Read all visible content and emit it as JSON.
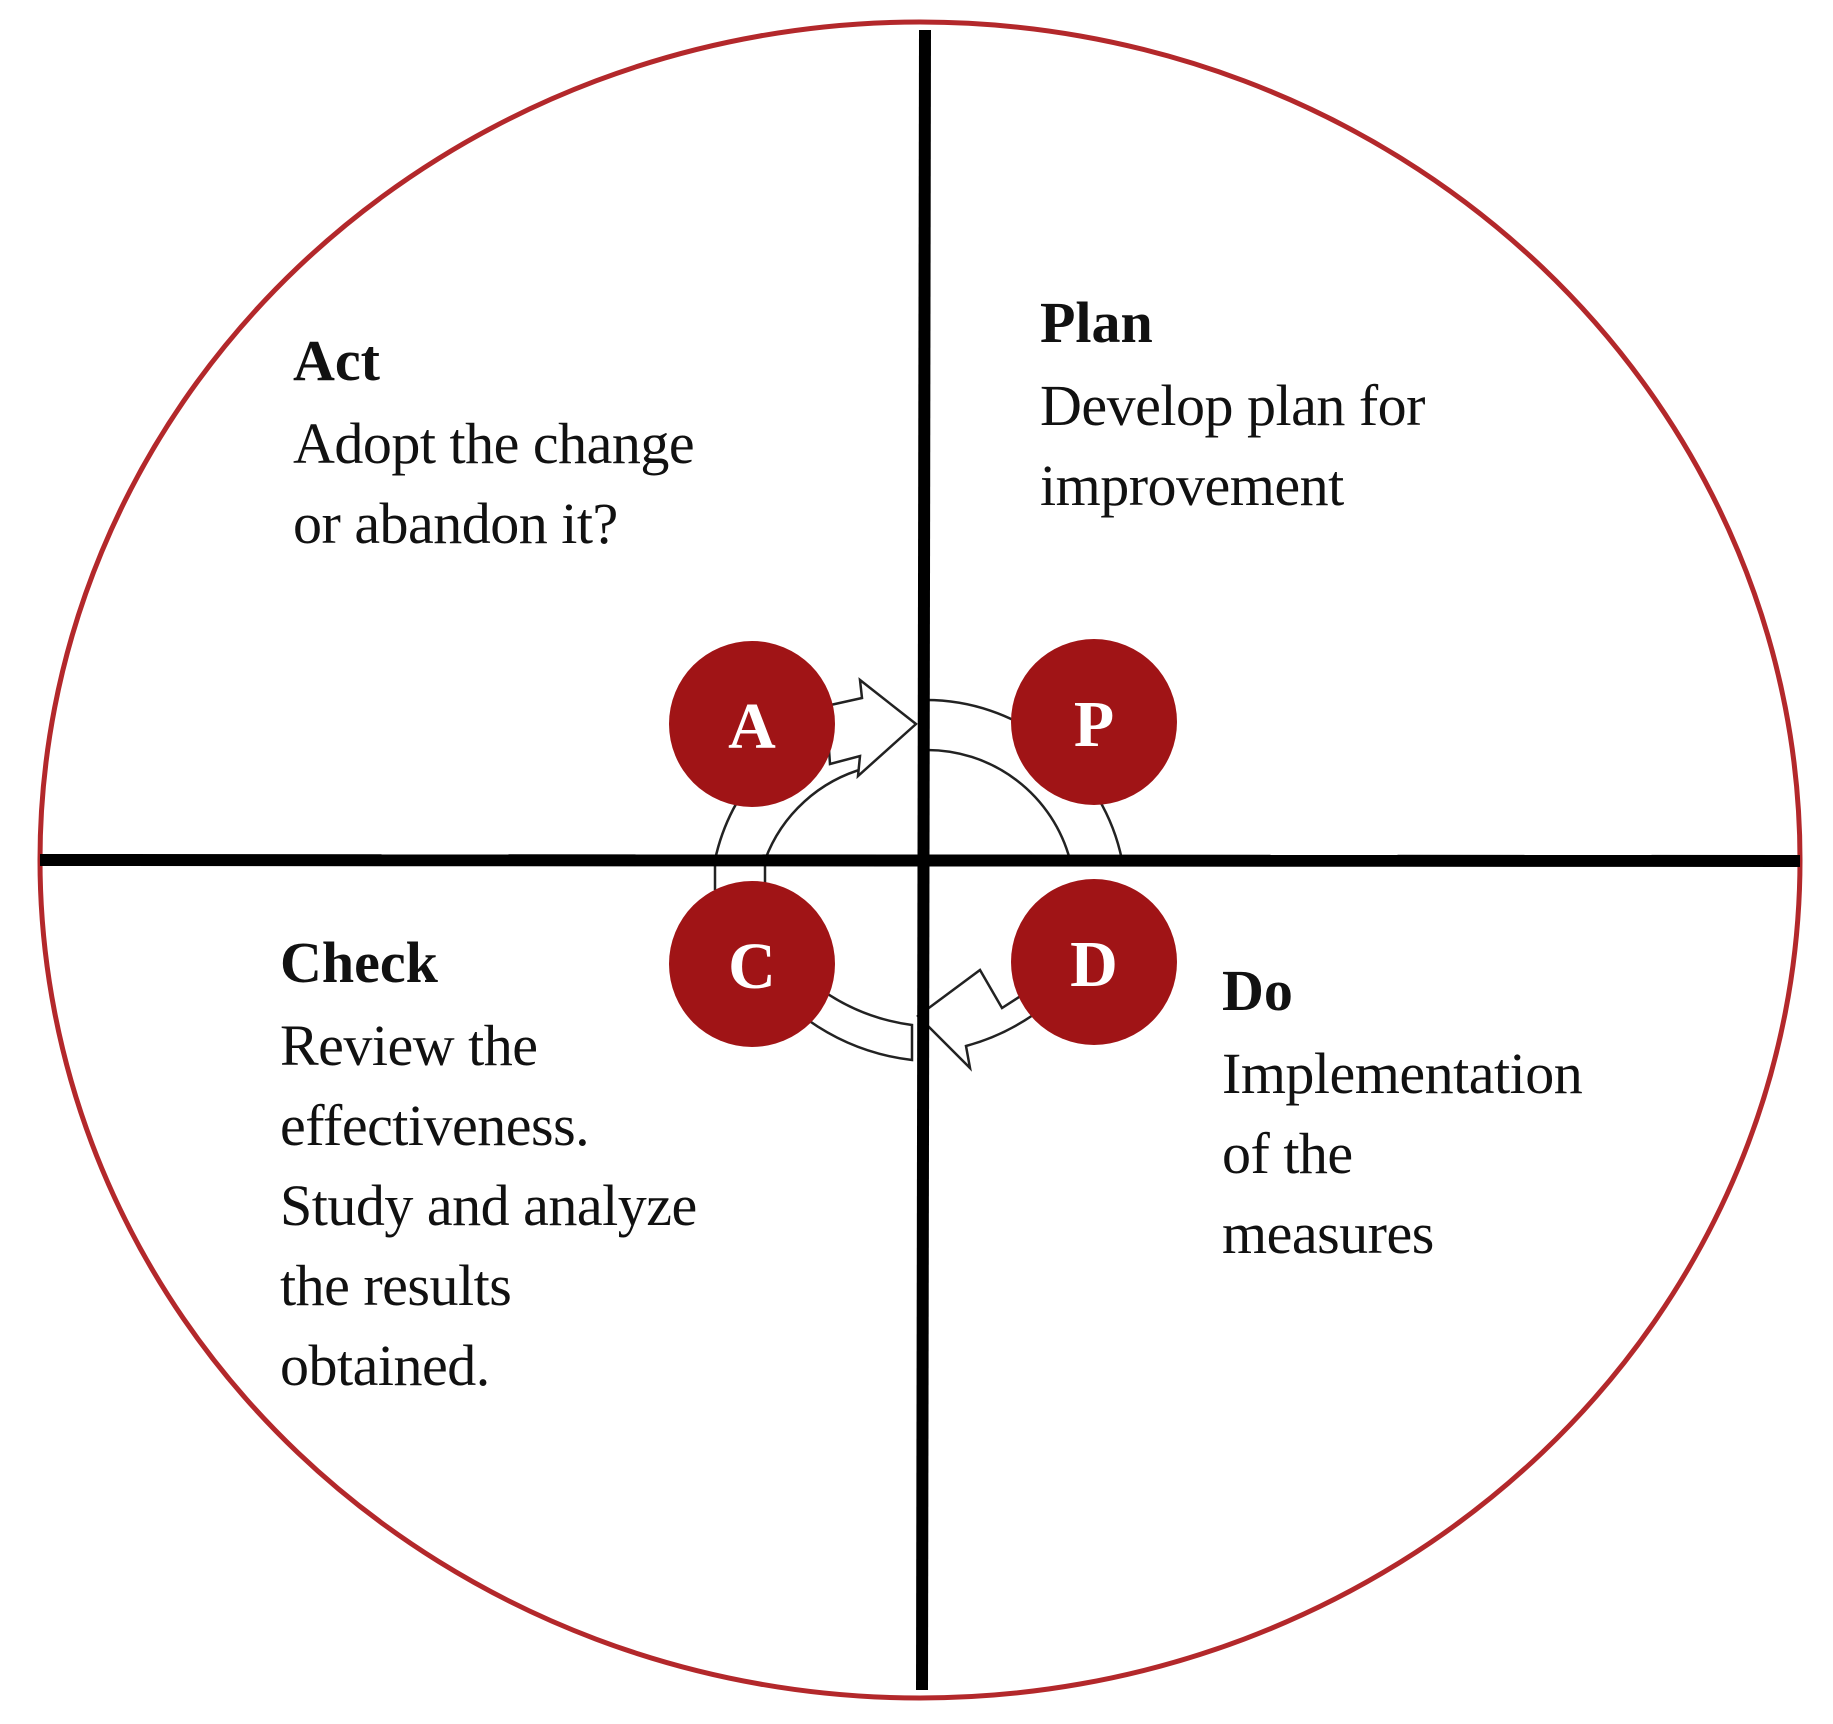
{
  "colors": {
    "outer_ring": "#b3282b",
    "badge_fill": "#a01416",
    "cross_lines": "#000000",
    "badge_text": "#ffffff"
  },
  "act": {
    "title": "Act",
    "body": [
      "Adopt the change",
      "or abandon it?"
    ],
    "badge": "A"
  },
  "plan": {
    "title": "Plan",
    "body": [
      "Develop plan for",
      "improvement"
    ],
    "badge": "P"
  },
  "check": {
    "title": "Check",
    "body": [
      "Review the",
      "effectiveness.",
      "Study and analyze",
      "the results",
      "obtained."
    ],
    "badge": "C"
  },
  "do": {
    "title": "Do",
    "body": [
      "Implementation",
      "of the",
      "measures"
    ],
    "badge": "D"
  }
}
